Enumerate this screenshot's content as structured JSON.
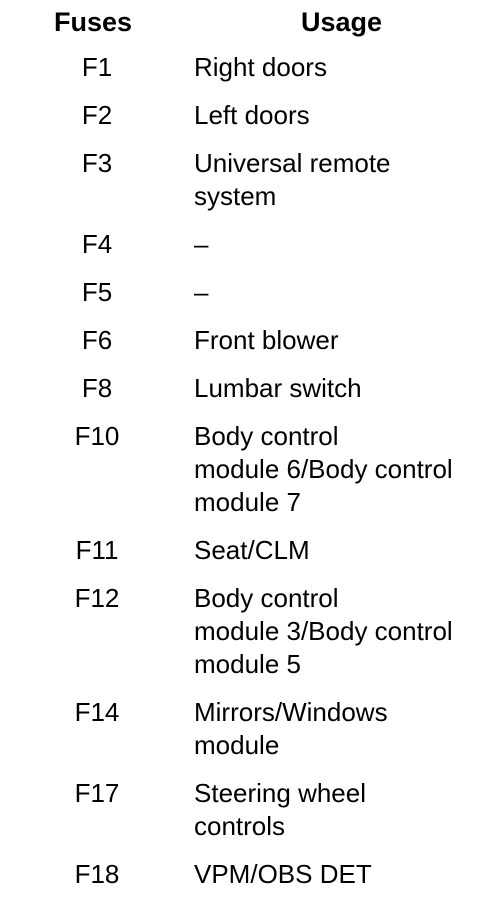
{
  "table": {
    "headers": {
      "fuses": "Fuses",
      "usage": "Usage"
    },
    "rows": [
      {
        "fuse": "F1",
        "usage": [
          "Right doors"
        ]
      },
      {
        "fuse": "F2",
        "usage": [
          "Left doors"
        ]
      },
      {
        "fuse": "F3",
        "usage": [
          "Universal remote",
          "system"
        ]
      },
      {
        "fuse": "F4",
        "usage": [
          "–"
        ]
      },
      {
        "fuse": "F5",
        "usage": [
          "–"
        ]
      },
      {
        "fuse": "F6",
        "usage": [
          "Front blower"
        ]
      },
      {
        "fuse": "F8",
        "usage": [
          "Lumbar switch"
        ]
      },
      {
        "fuse": "F10",
        "usage": [
          "Body control",
          "module 6/Body control",
          "module 7"
        ]
      },
      {
        "fuse": "F11",
        "usage": [
          "Seat/CLM"
        ]
      },
      {
        "fuse": "F12",
        "usage": [
          "Body control",
          "module 3/Body control",
          "module 5"
        ]
      },
      {
        "fuse": "F14",
        "usage": [
          "Mirrors/Windows",
          "module"
        ]
      },
      {
        "fuse": "F17",
        "usage": [
          "Steering wheel",
          "controls"
        ]
      },
      {
        "fuse": "F18",
        "usage": [
          "VPM/OBS DET"
        ]
      }
    ]
  }
}
